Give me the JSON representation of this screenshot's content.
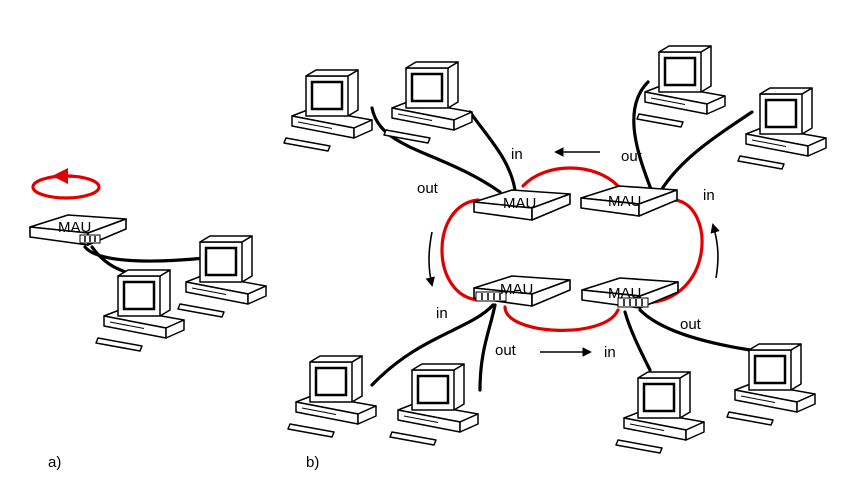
{
  "labels": {
    "mau": "MAU",
    "in": "in",
    "out": "out",
    "part_a": "a)",
    "part_b": "b)"
  },
  "colors": {
    "ring": "#e00000",
    "line": "#000000",
    "fill": "#ffffff"
  },
  "icons": [
    "computer-icon",
    "mau-hub-icon",
    "rotation-arrow-icon"
  ]
}
